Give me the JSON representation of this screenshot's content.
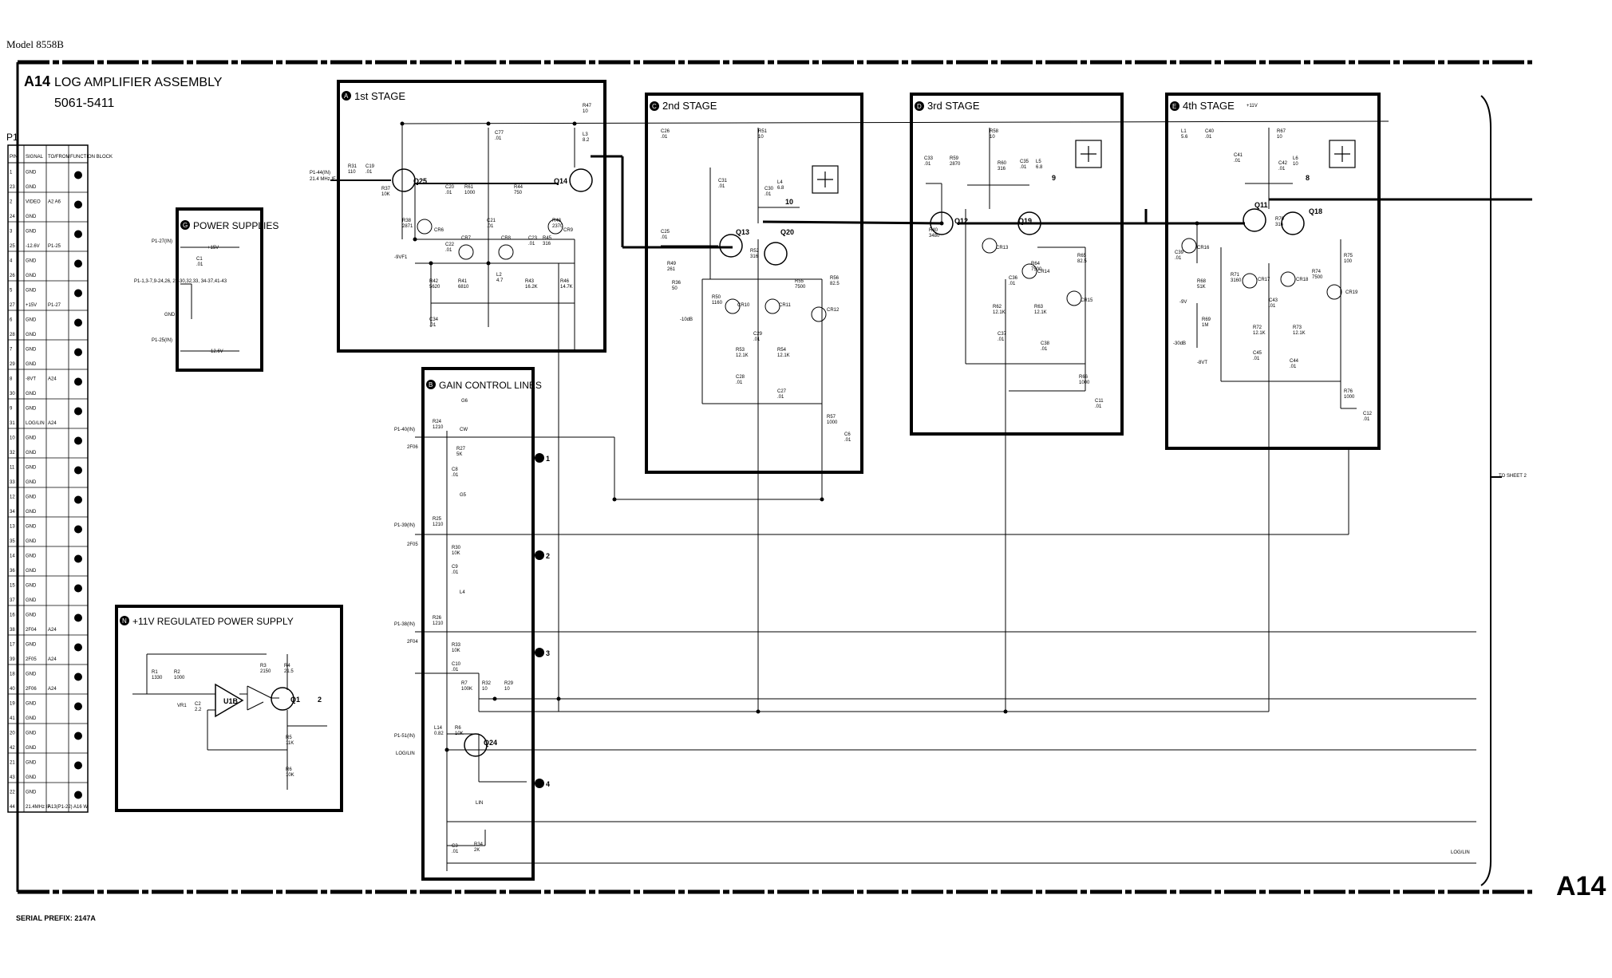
{
  "model": "Model 8558B",
  "assembly": {
    "code": "A14",
    "name": "LOG AMPLIFIER ASSEMBLY",
    "part": "5061-5411"
  },
  "serial_prefix": "SERIAL PREFIX:  2147A",
  "big_label": "A14",
  "to_sheet": "TO SHEET 2",
  "log_lin_right": "LOG/LIN",
  "connector": {
    "name": "P1",
    "headers": [
      "PIN",
      "SIGNAL",
      "TO/FROM",
      "FUNCTION BLOCK"
    ],
    "rows": [
      [
        "1",
        "GND",
        "",
        ""
      ],
      [
        "23",
        "GND",
        "",
        ""
      ],
      [
        "2",
        "VIDEO",
        "A2 A6",
        ""
      ],
      [
        "24",
        "GND",
        "",
        ""
      ],
      [
        "3",
        "GND",
        "",
        ""
      ],
      [
        "25",
        "-12.6V",
        "P1-25",
        ""
      ],
      [
        "4",
        "GND",
        "",
        ""
      ],
      [
        "26",
        "GND",
        "",
        ""
      ],
      [
        "5",
        "GND",
        "",
        ""
      ],
      [
        "27",
        "+15V",
        "P1-27",
        ""
      ],
      [
        "6",
        "GND",
        "",
        ""
      ],
      [
        "28",
        "GND",
        "",
        ""
      ],
      [
        "7",
        "GND",
        "",
        ""
      ],
      [
        "29",
        "GND",
        "",
        ""
      ],
      [
        "8",
        "-8VT",
        "A24",
        ""
      ],
      [
        "30",
        "GND",
        "",
        ""
      ],
      [
        "9",
        "GND",
        "",
        ""
      ],
      [
        "31",
        "LOG/LIN",
        "A24",
        ""
      ],
      [
        "10",
        "GND",
        "",
        ""
      ],
      [
        "32",
        "GND",
        "",
        ""
      ],
      [
        "11",
        "GND",
        "",
        ""
      ],
      [
        "33",
        "GND",
        "",
        ""
      ],
      [
        "12",
        "GND",
        "",
        ""
      ],
      [
        "34",
        "GND",
        "",
        ""
      ],
      [
        "13",
        "GND",
        "",
        ""
      ],
      [
        "35",
        "GND",
        "",
        ""
      ],
      [
        "14",
        "GND",
        "",
        ""
      ],
      [
        "36",
        "GND",
        "",
        ""
      ],
      [
        "15",
        "GND",
        "",
        ""
      ],
      [
        "37",
        "GND",
        "",
        ""
      ],
      [
        "16",
        "GND",
        "",
        ""
      ],
      [
        "38",
        "2F04",
        "A24",
        ""
      ],
      [
        "17",
        "GND",
        "",
        ""
      ],
      [
        "39",
        "2F05",
        "A24",
        ""
      ],
      [
        "18",
        "GND",
        "",
        ""
      ],
      [
        "40",
        "2F06",
        "A24",
        ""
      ],
      [
        "19",
        "GND",
        "",
        ""
      ],
      [
        "41",
        "GND",
        "",
        ""
      ],
      [
        "20",
        "GND",
        "",
        ""
      ],
      [
        "42",
        "GND",
        "",
        ""
      ],
      [
        "21",
        "GND",
        "",
        ""
      ],
      [
        "43",
        "GND",
        "",
        ""
      ],
      [
        "22",
        "GND",
        "",
        ""
      ],
      [
        "44",
        "21.4MHz IF",
        "A13(P1-22) A16 W",
        ""
      ]
    ]
  },
  "blocks": {
    "stage1": {
      "letter": "A",
      "title": "1st STAGE"
    },
    "stage2": {
      "letter": "C",
      "title": "2nd STAGE"
    },
    "stage3": {
      "letter": "D",
      "title": "3rd STAGE"
    },
    "stage4": {
      "letter": "E",
      "title": "4th STAGE"
    },
    "power": {
      "letter": "G",
      "title": "POWER SUPPLIES"
    },
    "gain": {
      "letter": "B",
      "title": "GAIN CONTROL LINES"
    },
    "reg": {
      "letter": "N",
      "title": "+11V REGULATED POWER SUPPLY"
    }
  },
  "labels": {
    "p1_44": "P1-44(IN)",
    "if": "21.4 MHz IF",
    "q25": "Q25",
    "q14": "Q14",
    "q13": "Q13",
    "q20": "Q20",
    "q12": "Q12",
    "q19": "Q19",
    "q11": "Q11",
    "q18": "Q18",
    "q24": "Q24",
    "q1": "Q1",
    "u1b": "U1B",
    "r31": "R31 110",
    "c19": "C19 .01",
    "r37": "R37 10K",
    "r47": "R47 10",
    "l3": "L3 8.2",
    "c77": "C77 .01",
    "c20": "C20 .01",
    "r61": "R61 1000",
    "r44": "R44 750",
    "r38": "R38 2871",
    "r48": "R48 2370",
    "c21": "C21 .01",
    "c22": "C22 .01",
    "c23": "C23 .01",
    "r45": "R45 316",
    "r42": "R42 5620",
    "r41": "R41 6810",
    "l2": "L2 4.7",
    "r43": "R43 16.2K",
    "r46": "R46 14.7K",
    "c34": "C34 .01",
    "cr6": "CR6",
    "cr7": "CR7",
    "cr8": "CR8",
    "cr9": "CR9",
    "vf1": "-9VF1",
    "c26": "C26 .01",
    "r51": "R51 10",
    "c31": "C31 .01",
    "c30": "C30 .01",
    "l4": "L4 6.8",
    "c25": "C25 .01",
    "r49": "R49 261",
    "r52": "R52 316",
    "r50": "R50 1160",
    "r56": "R56 82.5",
    "r53": "R53 12.1K",
    "r54": "R54 12.1K",
    "r55": "R55 7500",
    "c28": "C28 .01",
    "c29": "C29 .01",
    "c27": "C27 .01",
    "r57": "R57 1000",
    "c6": "C6 .01",
    "cr10": "CR10",
    "cr11": "CR11",
    "cr12": "CR12",
    "r36": "R36 50",
    "m10": "-10dB",
    "c33": "C33 .01",
    "r58": "R58 10",
    "r59": "R59 2870",
    "r60": "R60 316",
    "c35": "C35 .01",
    "l5": "L5 6.8",
    "r40": "R40 3480",
    "r62": "R62 12.1K",
    "r63": "R63 12.1K",
    "r64": "R64 7500",
    "r65": "R65 82.5",
    "c36": "C36 .01",
    "c37": "C37 .01",
    "c38": "C38 .01",
    "r66": "R66 1000",
    "c11": "C11 .01",
    "cr13": "CR13",
    "cr14": "CR14",
    "cr15": "CR15",
    "l1": "L1 5.6",
    "c40": "C40 .01",
    "r67": "R67 10",
    "c41": "C41 .01",
    "c42": "C42 .01",
    "l6": "L6 10",
    "r70": "R70 316",
    "c39": "C39 .01",
    "r68": "R68 51K",
    "r71": "R71 3160",
    "r74": "R74 7500",
    "r75": "R75 100",
    "r69": "R69 1M",
    "m30": "-30dB",
    "c43": "C43 .01",
    "r72": "R72 12.1K",
    "r73": "R73 12.1K",
    "c45": "C45 .01",
    "c44": "C44 .01",
    "r76": "R76 1000",
    "c12": "C12 .01",
    "cr16": "CR16",
    "cr17": "CR17",
    "cr18": "CR18",
    "cr19": "CR19",
    "p11v": "+11V",
    "m9v": "-9V",
    "m8vt": "-8VT",
    "p1_27": "P1-27(IN)",
    "p15": "+15V",
    "c1": "C1 .01",
    "p1_gnd": "P1-1,3-7,9-24,26, 28-30,32,33, 34-37,41-43",
    "gnd": "GND",
    "p1_25": "P1-25(IN)",
    "m126": "-12.6V",
    "p1_40": "P1-40(IN)",
    "f06": "2F06",
    "r24": "R24 1210",
    "g6": "G6",
    "cw": "CW",
    "r27": "R27 5K",
    "c8": "C8 .01",
    "p1_39": "P1-39(IN)",
    "f05": "2F05",
    "r25": "R25 1210",
    "g5": "G5",
    "r30": "R30 10K",
    "c9": "C9 .01",
    "p1_38": "P1-38(IN)",
    "f04": "2F04",
    "r26": "R26 1210",
    "g4": "L4",
    "r33": "R33 10K",
    "c10": "C10 .01",
    "r7": "R7 100K",
    "r32": "R32 10",
    "r29": "R29 10",
    "p1_51": "P1-51(IN)",
    "loglin": "LOG/LIN",
    "l14": "L14 0.82",
    "r6": "R6 10K",
    "lin": "LIN",
    "r34": "R34 2K",
    "c3": "C3 .01",
    "m1": "1",
    "m2": "2",
    "m3": "3",
    "m4": "4",
    "sheet2": "SHEET 2",
    "r1": "R1 1330",
    "r2": "R2 1000",
    "vr1": "VR1",
    "c2": "C2 2.2",
    "r3": "R3 2150",
    "r4": "R4 21.5",
    "r5": "R5 11K",
    "r6b": "R6 10K",
    "t10": "10",
    "t9": "9",
    "t8": "8",
    "t2": "2"
  }
}
